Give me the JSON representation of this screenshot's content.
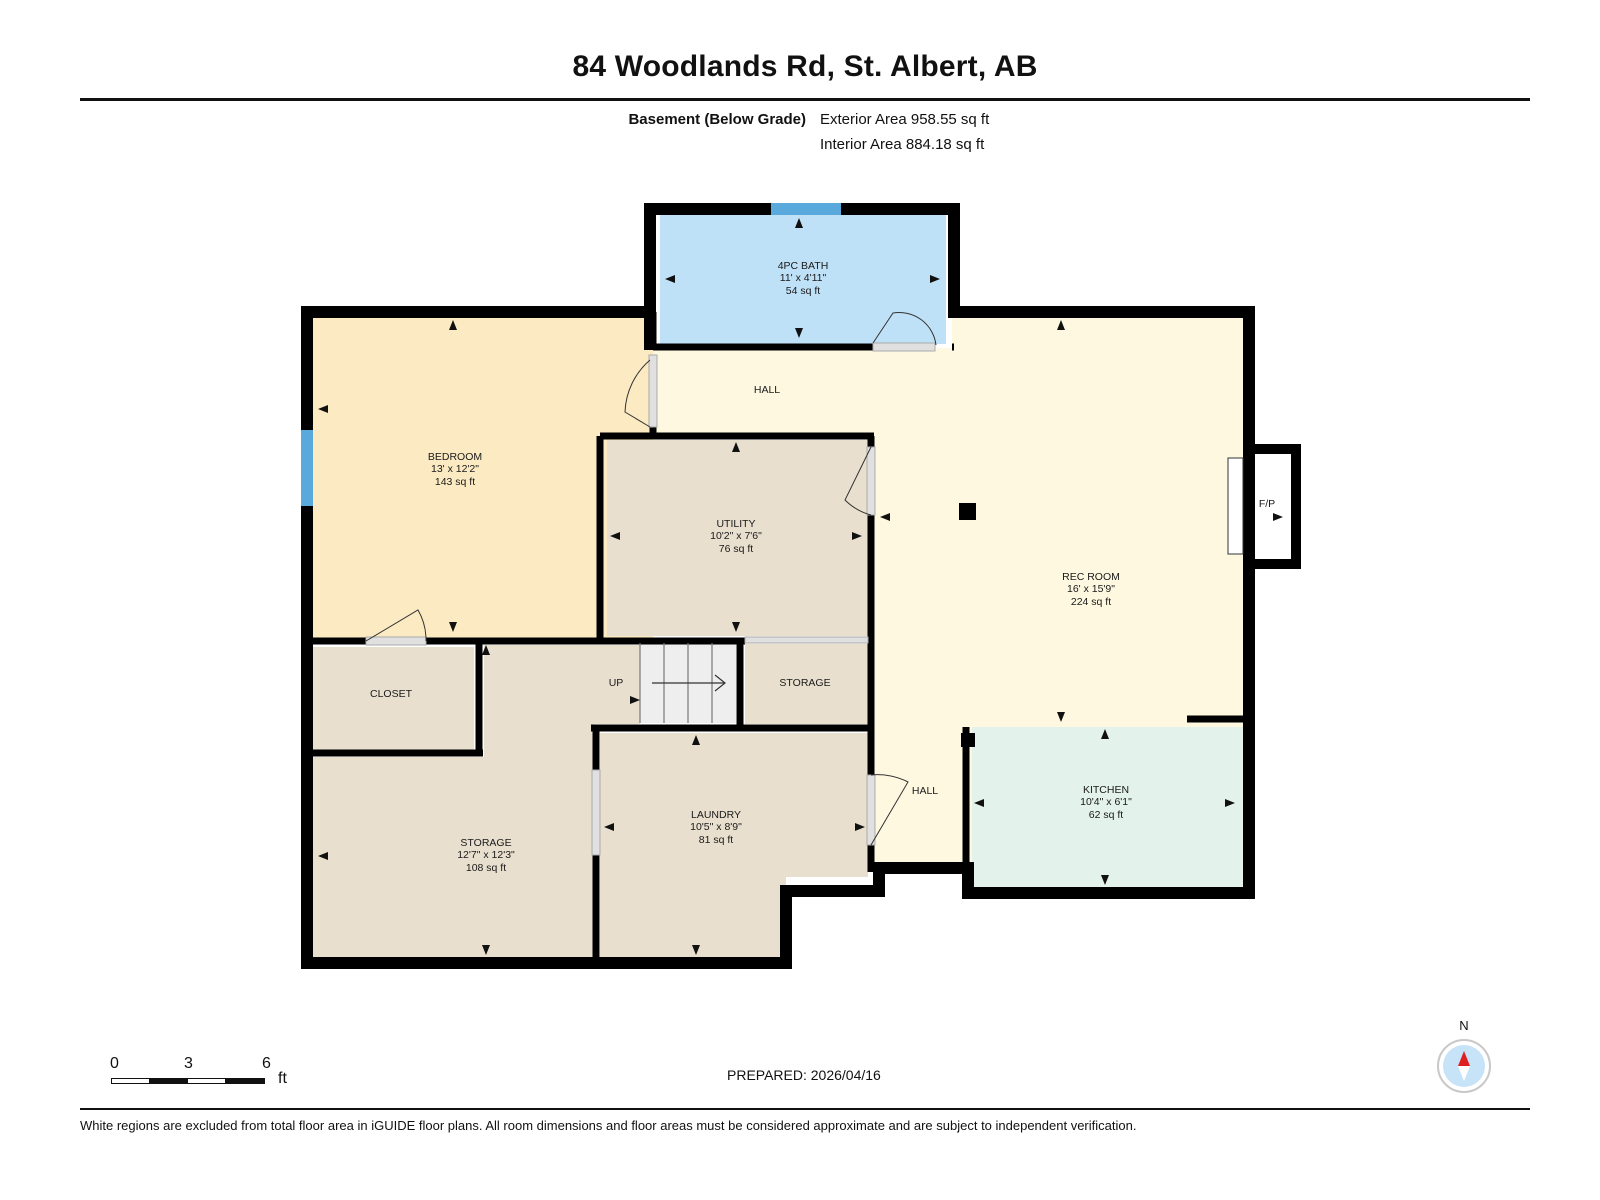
{
  "header": {
    "title": "84 Woodlands Rd, St. Albert, AB",
    "floor": "Basement (Below Grade)",
    "exterior_area": "Exterior Area 958.55 sq ft",
    "interior_area": "Interior Area 884.18 sq ft"
  },
  "rooms": {
    "bath": {
      "name": "4PC BATH",
      "dims": "11' x 4'11\"",
      "area": "54 sq ft"
    },
    "bedroom": {
      "name": "BEDROOM",
      "dims": "13' x 12'2\"",
      "area": "143 sq ft"
    },
    "utility": {
      "name": "UTILITY",
      "dims": "10'2\" x 7'6\"",
      "area": "76 sq ft"
    },
    "rec_room": {
      "name": "REC ROOM",
      "dims": "16' x 15'9\"",
      "area": "224 sq ft"
    },
    "closet": {
      "name": "CLOSET"
    },
    "storage_small": {
      "name": "STORAGE"
    },
    "storage": {
      "name": "STORAGE",
      "dims": "12'7\" x 12'3\"",
      "area": "108 sq ft"
    },
    "laundry": {
      "name": "LAUNDRY",
      "dims": "10'5\" x 8'9\"",
      "area": "81 sq ft"
    },
    "kitchen": {
      "name": "KITCHEN",
      "dims": "10'4\" x 6'1\"",
      "area": "62 sq ft"
    },
    "hall_upper": {
      "name": "HALL"
    },
    "hall_lower": {
      "name": "HALL"
    },
    "fireplace": {
      "name": "F/P"
    },
    "stairs": {
      "name": "UP"
    }
  },
  "colors": {
    "bath": "#bfe1f7",
    "bedroom": "#fcebc2",
    "utility_storage_laundry": "#e9dfce",
    "rec_room": "#fef8e1",
    "kitchen": "#e3f2ea",
    "wall": "#000000",
    "window": "#5aa9dc",
    "north_arrow": "#e02020"
  },
  "scale_bar": {
    "labels": [
      "0",
      "3",
      "6"
    ],
    "unit": "ft"
  },
  "compass": {
    "label": "N"
  },
  "footer": {
    "prepared": "PREPARED: 2026/04/16",
    "disclaimer": "White regions are excluded from total floor area in iGUIDE floor plans. All room dimensions and floor areas must be considered approximate and are subject to independent verification."
  }
}
